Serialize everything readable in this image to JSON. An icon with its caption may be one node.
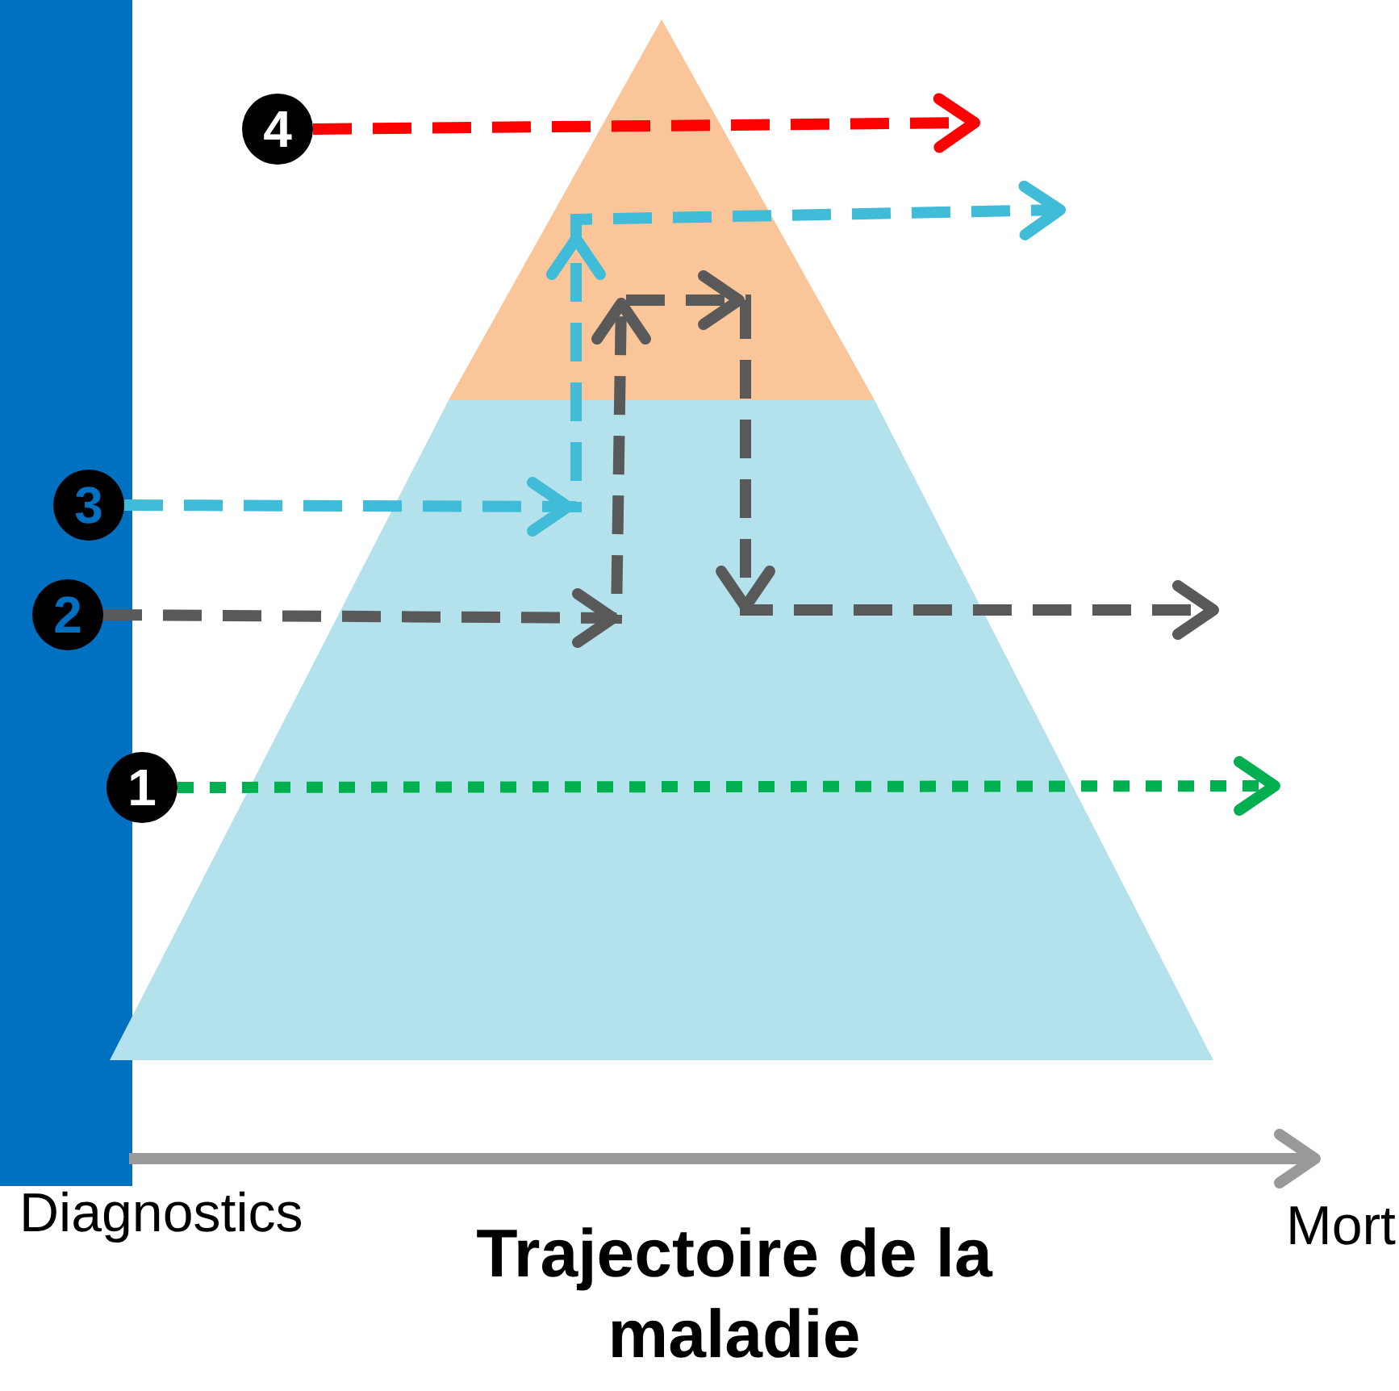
{
  "diagram": {
    "nodes": [
      {
        "text": [
          "4"
        ]
      },
      {
        "text": [
          "3"
        ]
      },
      {
        "text": [
          "2"
        ]
      },
      {
        "text": [
          "1"
        ]
      }
    ],
    "edges": [
      {
        "from": 0,
        "to": null,
        "arrow": "to",
        "style": "dashed",
        "color": "#ff0000"
      },
      {
        "from": 1,
        "to": null,
        "arrow": "to",
        "style": "dashed",
        "color": "#40bcd8"
      },
      {
        "from": 2,
        "to": null,
        "arrow": "to",
        "style": "dashed",
        "color": "#595959"
      },
      {
        "from": 3,
        "to": null,
        "arrow": "to",
        "style": "dashed",
        "color": "#00b050"
      }
    ],
    "labels": [
      "Diagnostics",
      "Mort",
      "Trajectoire de la maladie"
    ]
  }
}
